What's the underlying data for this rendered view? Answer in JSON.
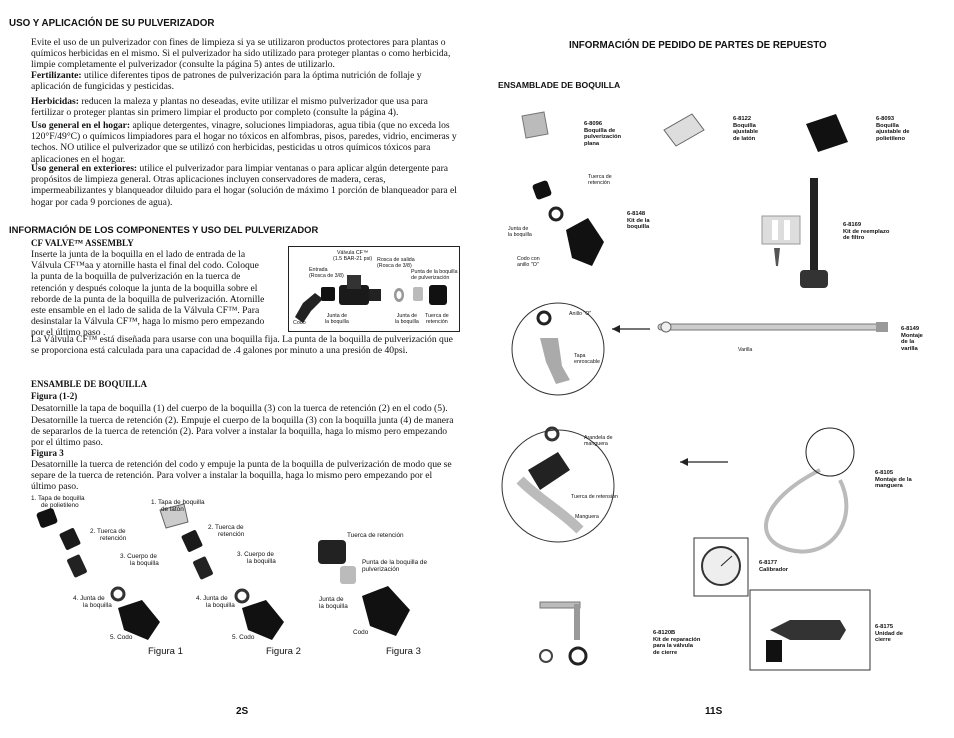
{
  "left": {
    "h1": "USO Y APLICACIÓN DE SU PULVERIZADOR",
    "intro": "Evite el uso de un pulverizador con fines de limpieza si ya se utilizaron productos protectores para plantas o químicos herbicidas en el mismo. Si el pulverizador ha sido utilizado para proteger plantas o como herbicida, limpie completamente el pulverizador (consulte la página 5) antes de utilizarlo.",
    "fert_b": "Fertilizante:",
    "fert_t": " utilice diferentes tipos de patrones de pulverización para la óptima nutrición de follaje y aplicación de fungicidas y pesticidas.",
    "herb_b": "Herbicidas:",
    "herb_t": " reducen la maleza y plantas no deseadas, evite utilizar el mismo pulverizador que usa para fertilizar o proteger plantas sin primero limpiar el producto por completo (consulte la página 4).",
    "hogar_b": "Uso general en el hogar:",
    "hogar_t": " aplique detergentes, vinagre, soluciones limpiadoras, agua tibia (que no exceda los 120°F/49°C) o químicos limpiadores para el hogar no tóxicos en alfombras, pisos, paredes, vidrio, encimeras y techos. NO utilice el pulverizador que se utilizó con herbicidas, pesticidas u otros químicos tóxicos para aplicaciones en el hogar.",
    "ext_b": "Uso general en exteriores:",
    "ext_t": " utilice el pulverizador para limpiar ventanas o para aplicar algún detergente para propósitos de limpieza general. Otras aplicaciones incluyen conservadores de madera, ceras, impermeabilizantes y blanqueador diluido para el hogar (solución de máximo 1 porción de blanqueador para el hogar por cada 9 porciones de agua).",
    "h2": "INFORMACIÓN DE LOS COMPONENTES Y USO DEL PULVERIZADOR",
    "cf_title": "CF VALVE™ ASSEMBLY",
    "cf_text": "Inserte la junta de la boquilla en el lado de entrada de la Válvula CF™aa y atornille hasta el final del codo. Coloque la punta de la boquilla de pulverización en la tuerca de retención y después coloque la junta de la boquilla sobre el reborde de la punta de la boquilla de pulverización. Atornille este ensamble en el lado de salida de la Válvula CF™. Para desinstalar la Válvula CF™, haga lo mismo pero empezando por el último paso .",
    "cf_diagram": {
      "valvula": "Válvula CF™",
      "valvula_sub": "(1.5 BAR-21 psi)",
      "entrada": "Entrada",
      "entrada_sub": "(Rosca de 3/8)",
      "salida": "Rosca de salida",
      "salida_sub": "(Rosca de 3/8)",
      "punta": "Punta de la boquilla",
      "punta_sub": "de pulverización",
      "codo": "Codo",
      "junta": "Junta de",
      "junta_sub": "la boquilla",
      "junta2": "Junta de",
      "junta2_sub": "la boquilla",
      "tuerca": "Tuerca de",
      "tuerca_sub": "retención"
    },
    "cf_note": "La Válvula CF™ está diseñada para usarse con una boquilla fija. La punta de la boquilla de pulverización que se proporciona está calculada para una capacidad de .4 galones por minuto a una presión de 40psi.",
    "ens_title": "ENSAMBLE DE BOQUILLA",
    "fig12": "Figura (1-2)",
    "fig12_text1": "Desatornille la tapa de boquilla (1) del cuerpo de la boquilla (3) con la tuerca de retención (2) en el codo (5).",
    "fig12_text2": "Desatornille la tuerca de retención (2). Empuje el cuerpo de la boquilla (3) con la boquilla junta (4) de manera de separarlos de la tuerca de retención (2). Para volver a instalar la boquilla, haga lo mismo pero empezando por el último paso.",
    "fig3": "Figura 3",
    "fig3_text": "Desatornille la tuerca de retención del codo y empuje la punta de la boquilla de pulverización de modo que se separe de la tuerca de retención. Para volver a instalar la boquilla, haga lo mismo pero empezando por el último paso.",
    "figs": {
      "f1_1": "1. Tapa de boquilla",
      "f1_1b": "de polietileno",
      "f1_2": "2.  Tuerca de",
      "f1_2b": "retención",
      "f1_3": "3.  Cuerpo de",
      "f1_3b": "la boquilla",
      "f1_4": "4.  Junta de",
      "f1_4b": "la boquilla",
      "f1_5": "5.  Codo",
      "f2_1": "1.  Tapa de boquilla",
      "f2_1b": "de latón",
      "f2_2": "2.  Tuerca de",
      "f2_2b": "retención",
      "f2_3": "3.  Cuerpo de",
      "f2_3b": "la boquilla",
      "f2_4": "4.  Junta de",
      "f2_4b": "la boquilla",
      "f2_5": "5.  Codo",
      "f3_t": "Tuerca de retención",
      "f3_p": "Punta de la boquilla de",
      "f3_pb": "pulverización",
      "f3_j": "Junta de",
      "f3_jb": "la boquilla",
      "f3_c": "Codo",
      "cap1": "Figura 1",
      "cap2": "Figura 2",
      "cap3": "Figura 3"
    },
    "page": "2S"
  },
  "right": {
    "h1": "INFORMACIÓN DE PEDIDO DE PARTES DE REPUESTO",
    "h2": "ENSAMBLADE DE BOQUILLA",
    "parts": {
      "p8096_n": "6-8096",
      "p8096_d1": "Boquilla de",
      "p8096_d2": "pulverización",
      "p8096_d3": "plana",
      "p8122_n": "6-8122",
      "p8122_d1": "Boquilla",
      "p8122_d2": "ajustable",
      "p8122_d3": "de latón",
      "p8093_n": "6-8093",
      "p8093_d1": "Boquilla",
      "p8093_d2": "ajustable de",
      "p8093_d3": "polietileno",
      "p8148_n": "6-8148",
      "p8148_d1": "Kit de la",
      "p8148_d2": "boquilla",
      "p8169_n": "6-8169",
      "p8169_d1": "Kit de reemplazo",
      "p8169_d2": "de filtro",
      "p8149_n": "6-8149",
      "p8149_d1": "Montaje",
      "p8149_d2": "de la",
      "p8149_d3": "varilla",
      "p8105_n": "6-8105",
      "p8105_d1": "Montaje de la",
      "p8105_d2": "manguera",
      "p8177_n": "6-8177",
      "p8177_d1": "Calibrador",
      "p8120_n": "6-8120B",
      "p8120_d1": "Kit de reparación",
      "p8120_d2": "para la válvula",
      "p8120_d3": "de cierre",
      "p8175_n": "6-8175",
      "p8175_d1": "Unidad de",
      "p8175_d2": "cierre"
    },
    "labels": {
      "tuerca": "Tuerca de",
      "tuerca_b": "retención",
      "junta": "Junta de",
      "junta_b": "la boquilla",
      "codo": "Codo con",
      "codo_b": "anillo \"O\"",
      "anillo": "Anillo \"O\"",
      "tapa": "Tapa",
      "tapa_b": "enroscable",
      "varilla": "Varilla",
      "arandela": "Arandela de",
      "arandela_b": "manguera",
      "tuerca_ret": "Tuerca de retensión",
      "manguera": "Manguera"
    },
    "page": "11S"
  }
}
